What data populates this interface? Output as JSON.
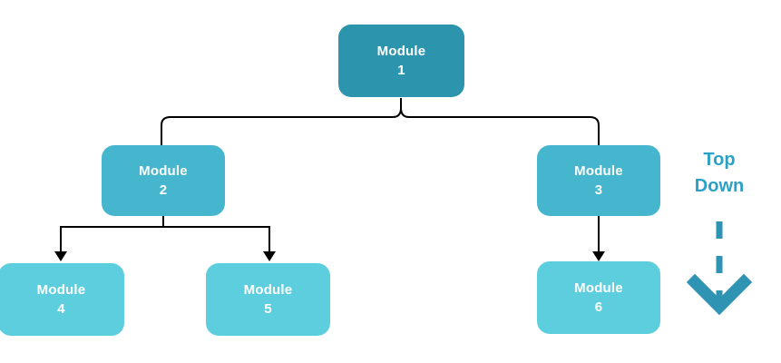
{
  "diagram": {
    "type": "tree",
    "description": "top-down module hierarchy",
    "nodes": [
      {
        "id": "module-1",
        "label": "Module",
        "number": "1",
        "level": 1
      },
      {
        "id": "module-2",
        "label": "Module",
        "number": "2",
        "level": 2
      },
      {
        "id": "module-3",
        "label": "Module",
        "number": "3",
        "level": 2
      },
      {
        "id": "module-4",
        "label": "Module",
        "number": "4",
        "level": 3
      },
      {
        "id": "module-5",
        "label": "Module",
        "number": "5",
        "level": 3
      },
      {
        "id": "module-6",
        "label": "Module",
        "number": "6",
        "level": 3
      }
    ],
    "edges": [
      {
        "from": "module-1",
        "to": "module-2",
        "arrow": false
      },
      {
        "from": "module-1",
        "to": "module-3",
        "arrow": false
      },
      {
        "from": "module-2",
        "to": "module-4",
        "arrow": true
      },
      {
        "from": "module-2",
        "to": "module-5",
        "arrow": true
      },
      {
        "from": "module-3",
        "to": "module-6",
        "arrow": true
      }
    ],
    "annotation": {
      "line1": "Top",
      "line2": "Down"
    },
    "colors": {
      "level1": "#2c95ad",
      "level2": "#45b6ce",
      "level3": "#5dcede",
      "node_text": "#ffffff",
      "connector": "#000000",
      "annotation_text": "#2ba1c6",
      "annotation_arrow": "#2f93b4",
      "background": "#ffffff"
    }
  }
}
